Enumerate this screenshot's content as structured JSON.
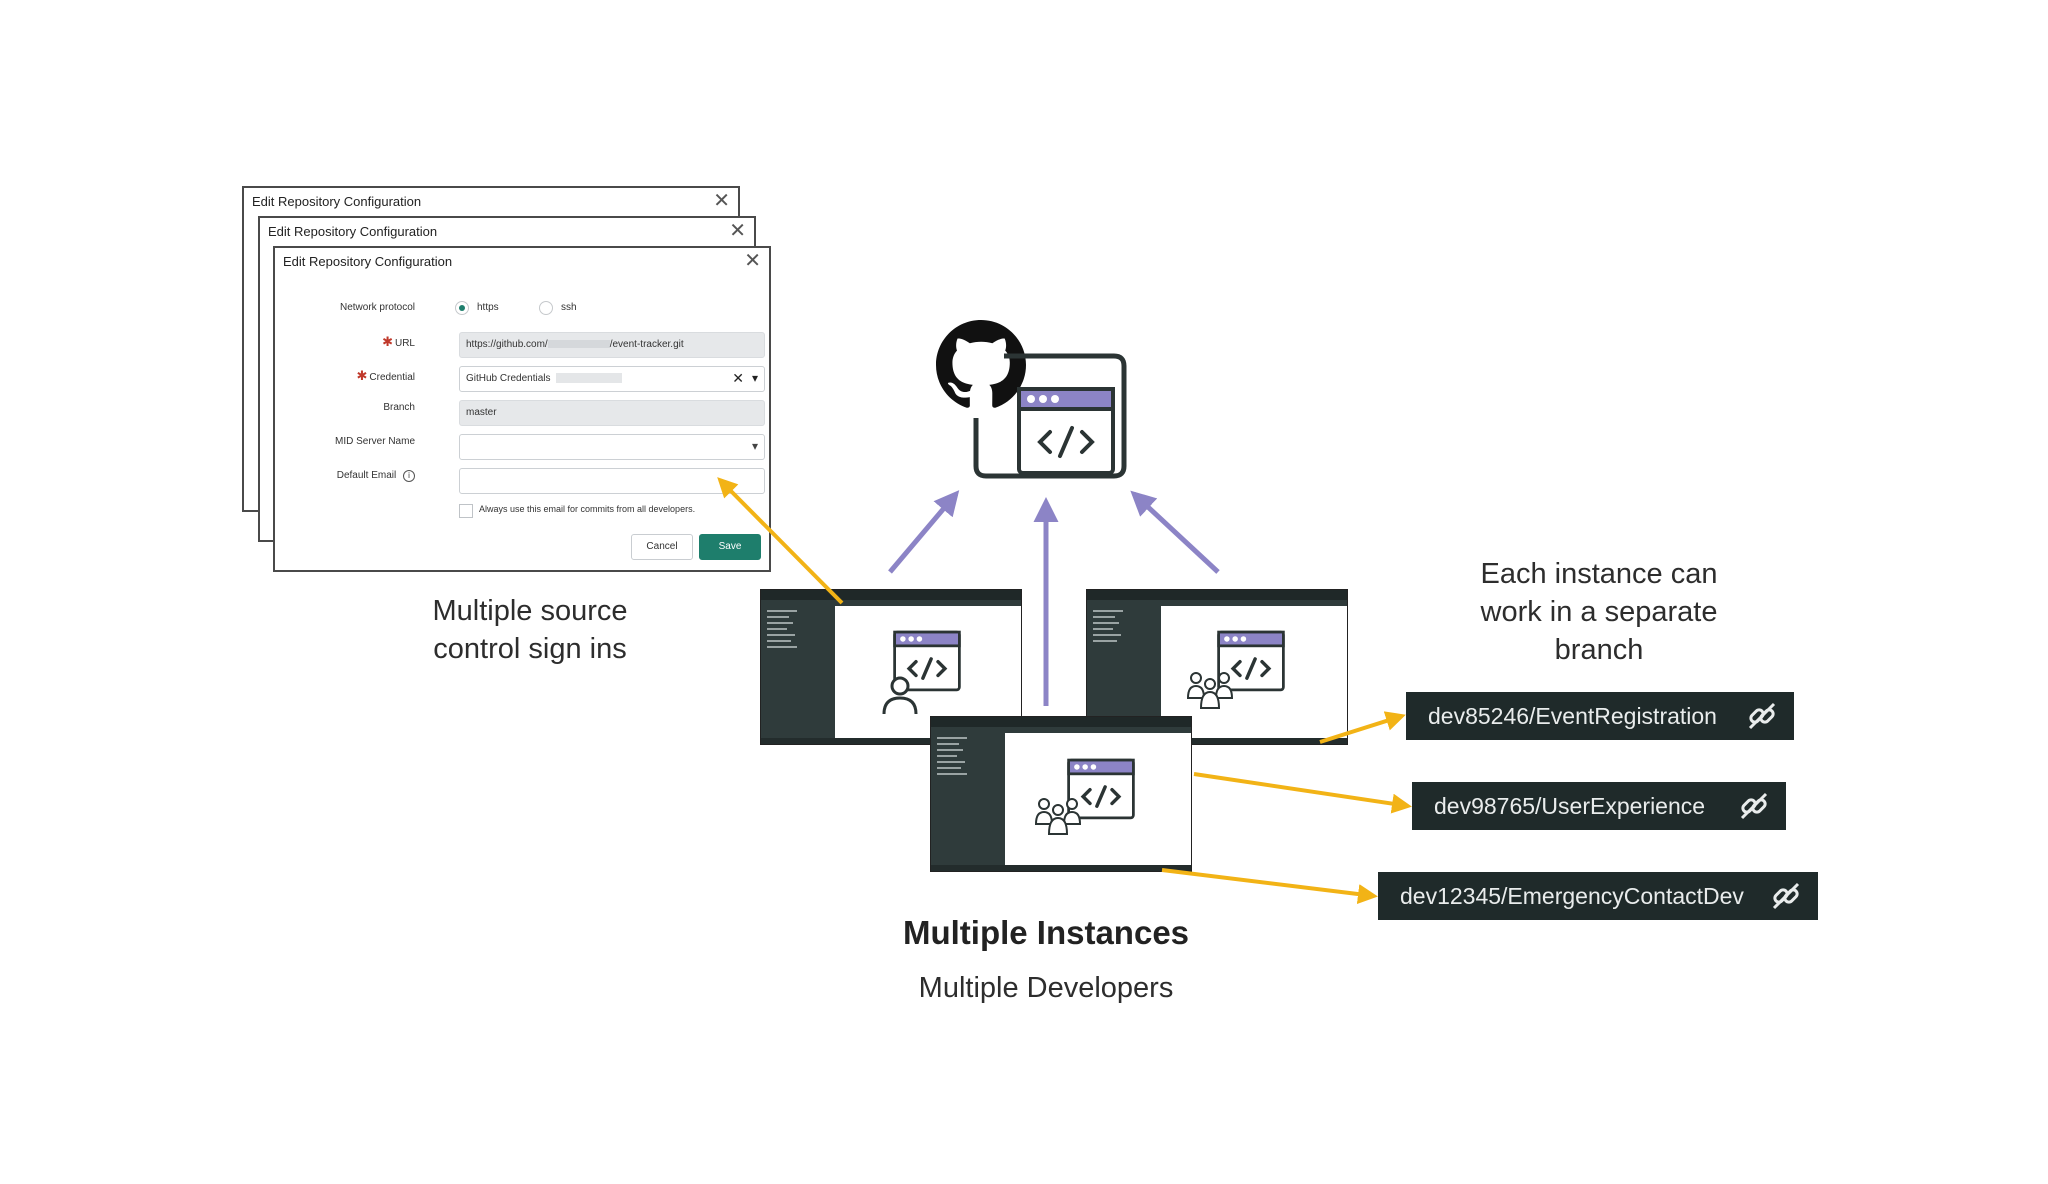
{
  "dialogs": {
    "title": "Edit Repository Configuration",
    "close_glyph": "✕",
    "fields": {
      "network_protocol": "Network protocol",
      "https": "https",
      "ssh": "ssh",
      "url": "URL",
      "url_value_prefix": "https://github.com/",
      "url_value_suffix": "/event-tracker.git",
      "credential": "Credential",
      "credential_value": "GitHub Credentials",
      "clear_glyph": "✕",
      "dropdown_glyph": "▾",
      "branch": "Branch",
      "branch_value": "master",
      "mid_server": "MID Server Name",
      "default_email": "Default Email",
      "always_use": "Always use this email for commits from all developers.",
      "cancel": "Cancel",
      "save": "Save",
      "required_glyph": "✱"
    }
  },
  "captions": {
    "source_control": "Multiple source control sign ins",
    "branch_note": "Each instance can work in a separate branch",
    "main_title": "Multiple Instances",
    "main_subtitle": "Multiple Developers"
  },
  "branches": [
    "dev85246/EventRegistration",
    "dev98765/UserExperience",
    "dev12345/EmergencyContactDev"
  ],
  "colors": {
    "arrow_purple": "#8c84c6",
    "arrow_yellow": "#f2b316",
    "window_header": "#8c84c6",
    "save_green": "#1e7e6c",
    "badge_bg": "#1f2a2a"
  },
  "icons": [
    "github-icon",
    "code-window-icon",
    "developer-icon",
    "team-icon",
    "chain-link-icon"
  ]
}
